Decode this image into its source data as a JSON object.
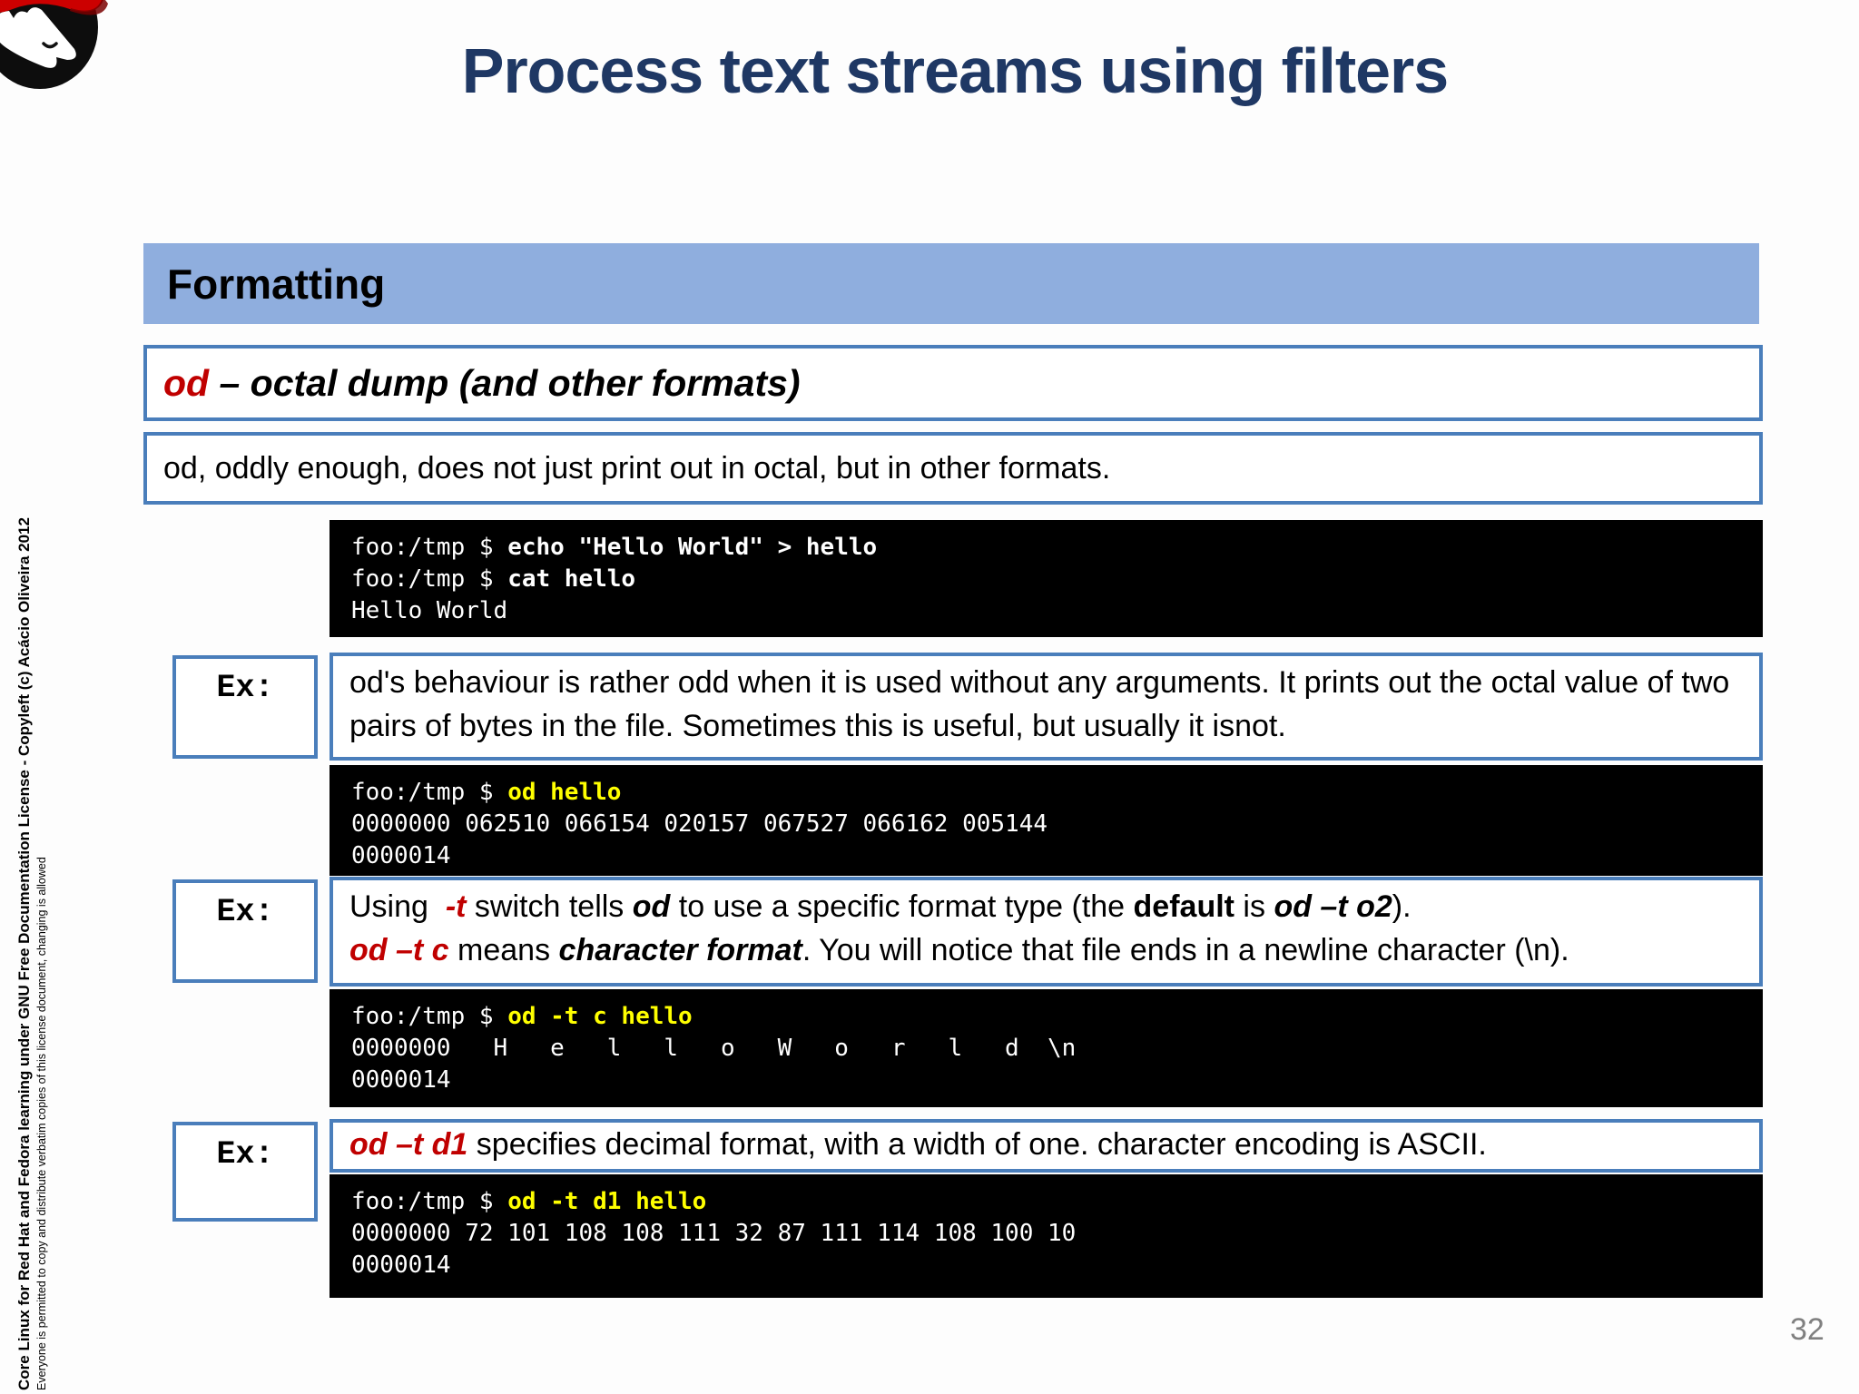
{
  "colors": {
    "accent_bar_blue": "#8FAEDE",
    "box_border_blue": "#4A7EBB",
    "title_navy": "#1F3864",
    "command_red": "#C00000",
    "command_yellow": "#FFFF00",
    "terminal_background": "#000000",
    "terminal_text": "#FFFFFF",
    "page_number_gray": "#808080",
    "logo_red": "#CC0000"
  },
  "slide": {
    "title": "Process text streams using filters",
    "page_number": "32"
  },
  "sidebar": {
    "license_line": "Core Linux for Red Hat and Fedora learning under GNU Free Documentation License  - Copyleft (c) Acácio Oliveira 2012",
    "permission_line": "Everyone is permitted to copy and distribute verbatim copies of this license document, changing is allowed"
  },
  "section": {
    "header": "Formatting"
  },
  "heading": {
    "keyword": "od",
    "rest": " – octal dump (and other formats)"
  },
  "description": "od, oddly enough, does not just print out in octal, but in other formats.",
  "labels": {
    "ex": "Ex:"
  },
  "examples": {
    "ex1": {
      "lines": [
        [
          {
            "t": "od's behaviour is rather odd when it is used without any arguments. It prints out the octal value of two pairs of bytes in the file. Sometimes this is useful, but usually it isnot.",
            "s": "p"
          }
        ]
      ]
    },
    "ex2": {
      "lines": [
        [
          {
            "t": "Using  ",
            "s": "p"
          },
          {
            "t": "-t",
            "s": "ri"
          },
          {
            "t": " switch tells ",
            "s": "p"
          },
          {
            "t": "od",
            "s": "bi"
          },
          {
            "t": " to use a specific format type (the ",
            "s": "p"
          },
          {
            "t": "default",
            "s": "b"
          },
          {
            "t": " is ",
            "s": "p"
          },
          {
            "t": "od –t o2",
            "s": "bi"
          },
          {
            "t": ").",
            "s": "p"
          }
        ],
        [
          {
            "t": "od –t c",
            "s": "ri"
          },
          {
            "t": " means ",
            "s": "p"
          },
          {
            "t": "character format",
            "s": "bi"
          },
          {
            "t": ". You will notice that file ends in a newline character (\\n).",
            "s": "p"
          }
        ]
      ]
    },
    "ex3": {
      "lines": [
        [
          {
            "t": "od –t d1",
            "s": "ri"
          },
          {
            "t": " specifies decimal format, with a width of one. character encoding is ASCII.",
            "s": "p"
          }
        ]
      ]
    }
  },
  "terminals": {
    "t1": {
      "lines": [
        [
          {
            "t": "foo:/tmp $ ",
            "s": "w"
          },
          {
            "t": "echo \"Hello World\" > hello",
            "s": "wb"
          }
        ],
        [
          {
            "t": "foo:/tmp $ ",
            "s": "w"
          },
          {
            "t": "cat hello",
            "s": "wb"
          }
        ],
        [
          {
            "t": "Hello World",
            "s": "w"
          }
        ]
      ]
    },
    "t2": {
      "lines": [
        [
          {
            "t": "foo:/tmp $ ",
            "s": "w"
          },
          {
            "t": "od hello",
            "s": "yb"
          }
        ],
        [
          {
            "t": "0000000 062510 066154 020157 067527 066162 005144",
            "s": "w"
          }
        ],
        [
          {
            "t": "0000014",
            "s": "w"
          }
        ]
      ]
    },
    "t3": {
      "lines": [
        [
          {
            "t": "foo:/tmp $ ",
            "s": "w"
          },
          {
            "t": "od -t c hello",
            "s": "yb"
          }
        ],
        [
          {
            "t": "0000000   H   e   l   l   o   W   o   r   l   d  \\n",
            "s": "w"
          }
        ],
        [
          {
            "t": "0000014",
            "s": "w"
          }
        ]
      ]
    },
    "t4": {
      "lines": [
        [
          {
            "t": "foo:/tmp $ ",
            "s": "w"
          },
          {
            "t": "od -t d1 hello",
            "s": "yb"
          }
        ],
        [
          {
            "t": "0000000 72 101 108 108 111 32 87 111 114 108 100 10",
            "s": "w"
          }
        ],
        [
          {
            "t": "0000014",
            "s": "w"
          }
        ]
      ]
    }
  }
}
